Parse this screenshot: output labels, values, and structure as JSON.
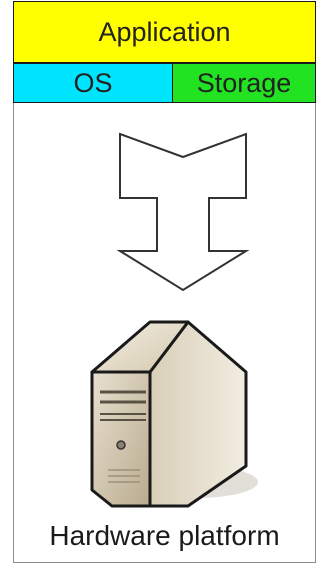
{
  "diagram": {
    "layers": {
      "application": {
        "label": "Application",
        "color": "#ffff00"
      },
      "os": {
        "label": "OS",
        "color": "#00e5ff"
      },
      "storage": {
        "label": "Storage",
        "color": "#22e322"
      }
    },
    "caption": "Hardware platform"
  }
}
